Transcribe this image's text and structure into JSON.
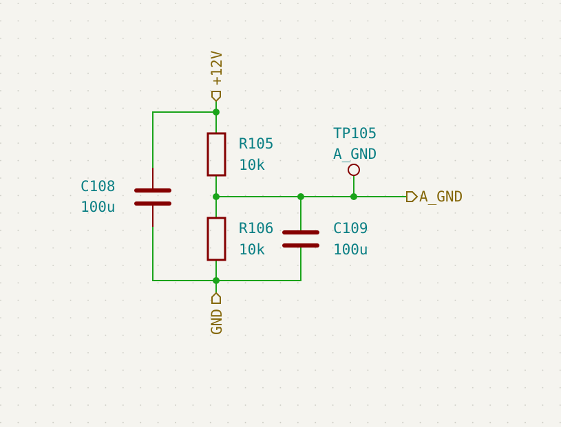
{
  "schematic": {
    "power": {
      "vcc": "+12V",
      "gnd": "GND"
    },
    "components": {
      "r105": {
        "ref": "R105",
        "value": "10k"
      },
      "r106": {
        "ref": "R106",
        "value": "10k"
      },
      "c108": {
        "ref": "C108",
        "value": "100u"
      },
      "c109": {
        "ref": "C109",
        "value": "100u"
      },
      "tp105": {
        "ref": "TP105",
        "value": "A_GND"
      }
    },
    "labels": {
      "a_gnd": "A_GND"
    },
    "colors": {
      "background": "#f5f4ef",
      "grid": "#c8c8c0",
      "wire": "#1aa31a",
      "symbol": "#840000",
      "reference_text": "#0a7f84",
      "net_label": "#84670a"
    }
  }
}
